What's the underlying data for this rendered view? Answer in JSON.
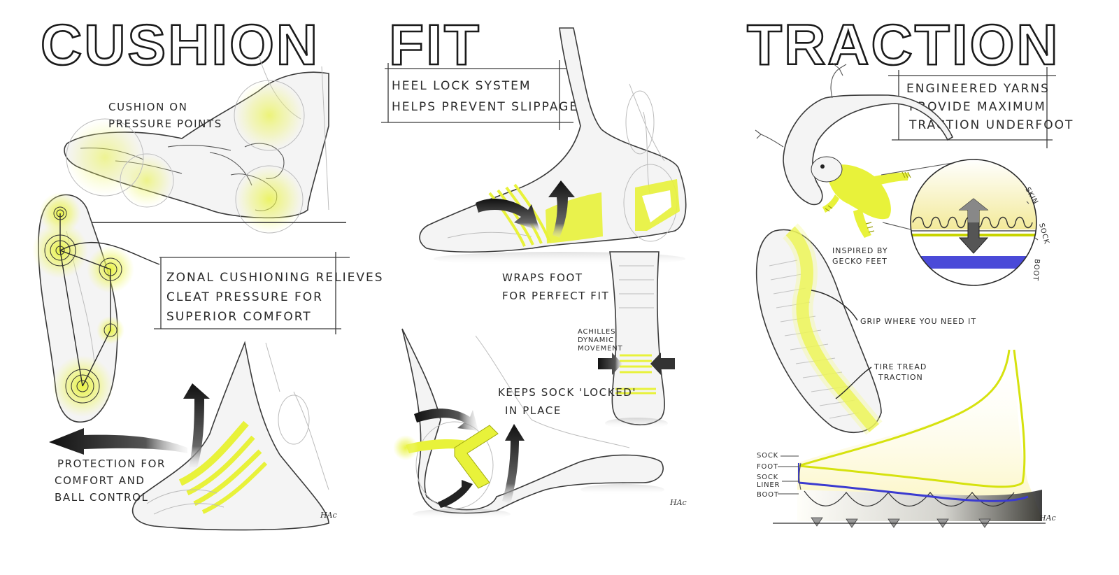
{
  "colors": {
    "highlight": "#e8f23a",
    "highlight_glow": "#f3f98a",
    "ink": "#2a2a2a",
    "sock_liner": "#3b3bd0",
    "arrow_dark": "#1c1c1c"
  },
  "panels": {
    "cushion": {
      "title": "CUSHION",
      "note_pressure": [
        "CUSHION ON",
        "PRESSURE POINTS"
      ],
      "callout": [
        "ZONAL CUSHIONING RELIEVES",
        "CLEAT PRESSURE FOR",
        "SUPERIOR COMFORT"
      ],
      "note_protection": [
        "PROTECTION FOR",
        "COMFORT AND",
        "BALL CONTROL"
      ],
      "signature": "HAc"
    },
    "fit": {
      "title": "FIT",
      "callout": [
        "HEEL LOCK SYSTEM",
        "HELPS PREVENT SLIPPAGE"
      ],
      "note_wraps": [
        "WRAPS FOOT",
        "FOR PERFECT FIT"
      ],
      "note_achilles": [
        "ACHILLES",
        "DYNAMIC",
        "MOVEMENT"
      ],
      "note_keeps": [
        "KEEPS SOCK 'LOCKED'",
        "IN PLACE"
      ],
      "signature": "HAc"
    },
    "traction": {
      "title": "TRACTION",
      "callout": [
        "ENGINEERED YARNS",
        "PROVIDE MAXIMUM",
        "TRACTION UNDERFOOT"
      ],
      "note_gecko": [
        "INSPIRED BY",
        "GECKO FEET"
      ],
      "note_grip": "GRIP WHERE YOU NEED IT",
      "note_tire": [
        "TIRE TREAD",
        "TRACTION"
      ],
      "layer_labels": [
        "SKIN",
        "SOCK",
        "BOOT"
      ],
      "section_labels": [
        "SOCK",
        "FOOT",
        "SOCK LINER",
        "BOOT"
      ],
      "signature": "HAc"
    }
  }
}
